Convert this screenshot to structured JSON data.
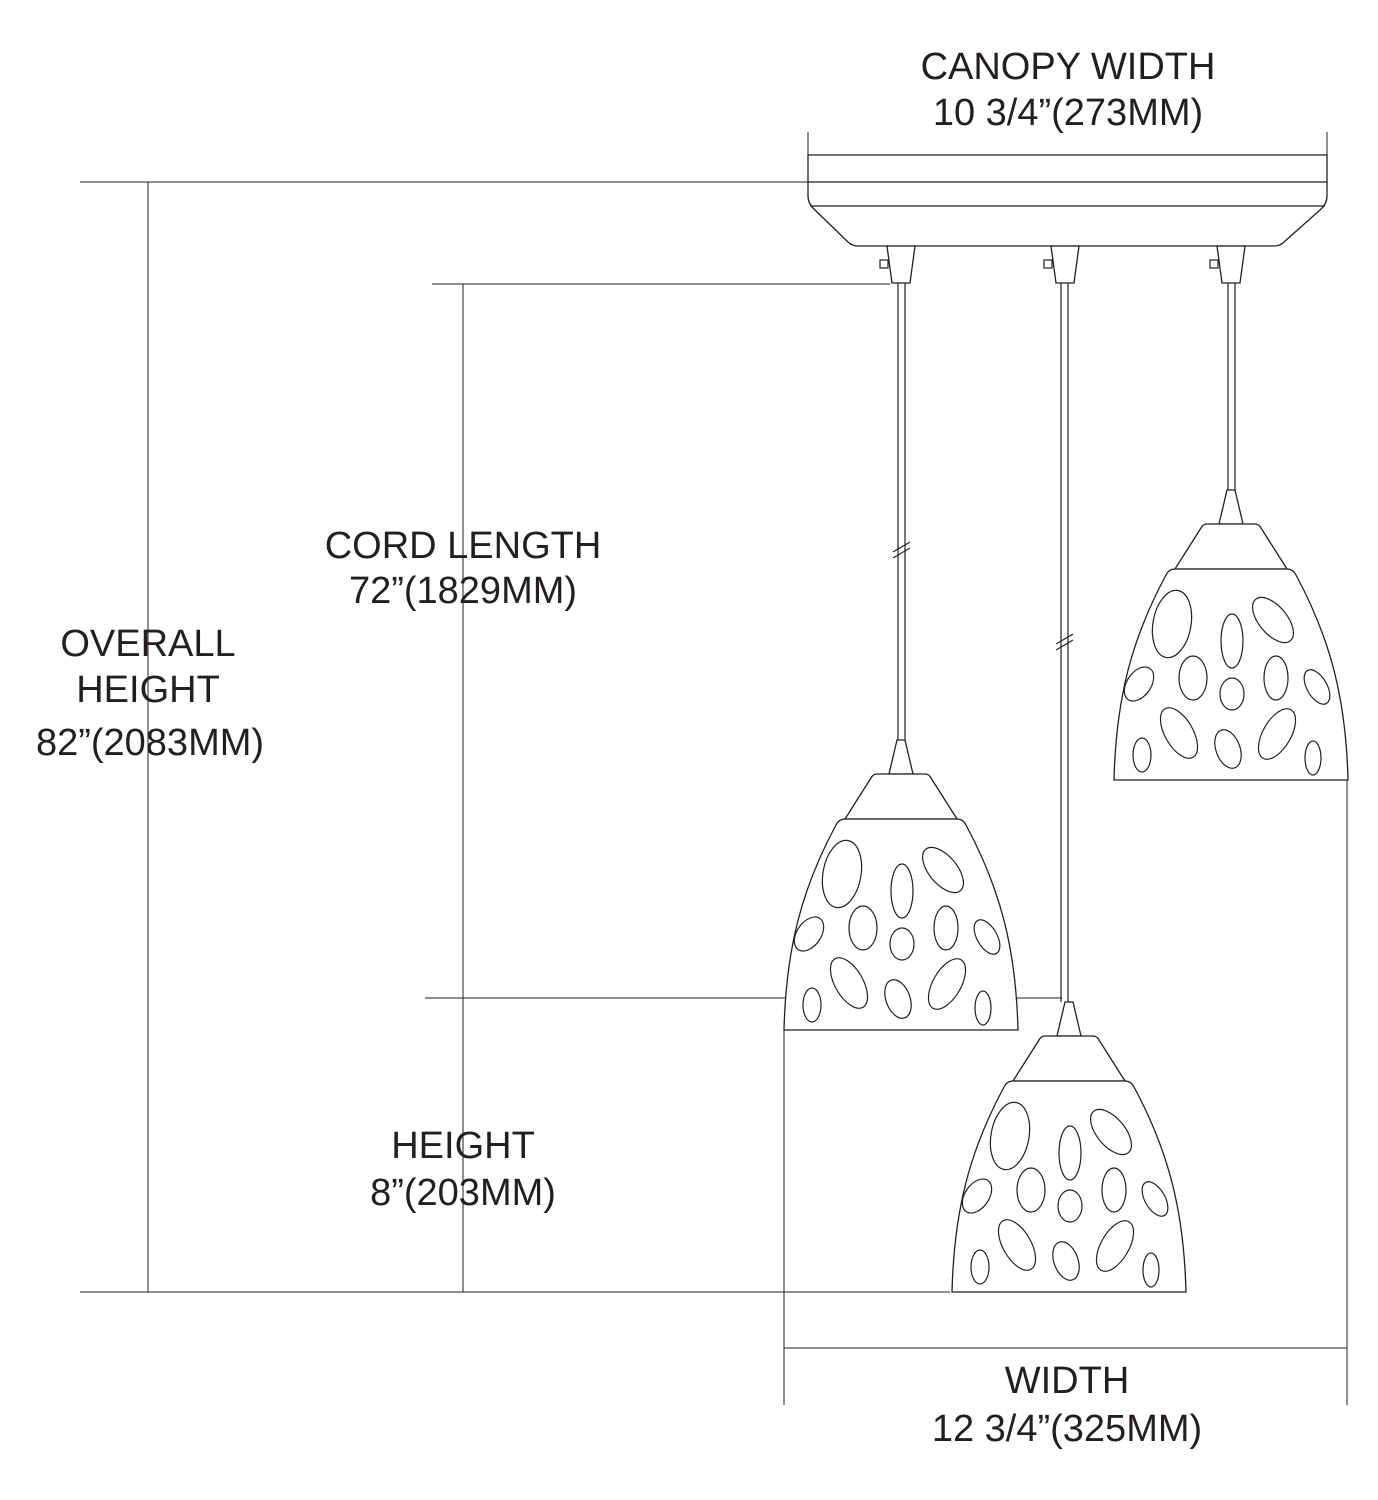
{
  "labels": {
    "canopy_width": {
      "title": "CANOPY WIDTH",
      "value": "10 3/4”(273MM)"
    },
    "cord_length": {
      "title": "CORD LENGTH",
      "value": "72”(1829MM)"
    },
    "overall_height": {
      "title_line1": "OVERALL",
      "title_line2": "HEIGHT",
      "value": "82”(2083MM)"
    },
    "height": {
      "title": "HEIGHT",
      "value": "8”(203MM)"
    },
    "width": {
      "title": "WIDTH",
      "value": "12 3/4”(325MM)"
    }
  },
  "colors": {
    "line": "#231f20",
    "background": "#ffffff"
  }
}
